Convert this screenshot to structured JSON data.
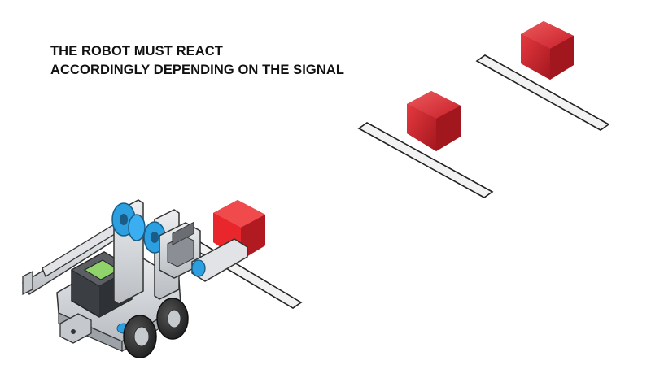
{
  "caption": {
    "line1": "THE ROBOT MUST REACT",
    "line2": "ACCORDINGLY DEPENDING ON THE SIGNAL"
  },
  "colors": {
    "cube": "#c8202a",
    "cube_dark": "#8e141b",
    "cube_light": "#e43a3f",
    "robot_metal": "#cfd2d6",
    "robot_blue": "#2b9fe0",
    "tire": "#2a2a2a",
    "line_fill": "#f2f2f2",
    "line_stroke": "#222222"
  },
  "icons": {
    "robot": "robot-illustration",
    "cube": "red-cube-icon"
  }
}
